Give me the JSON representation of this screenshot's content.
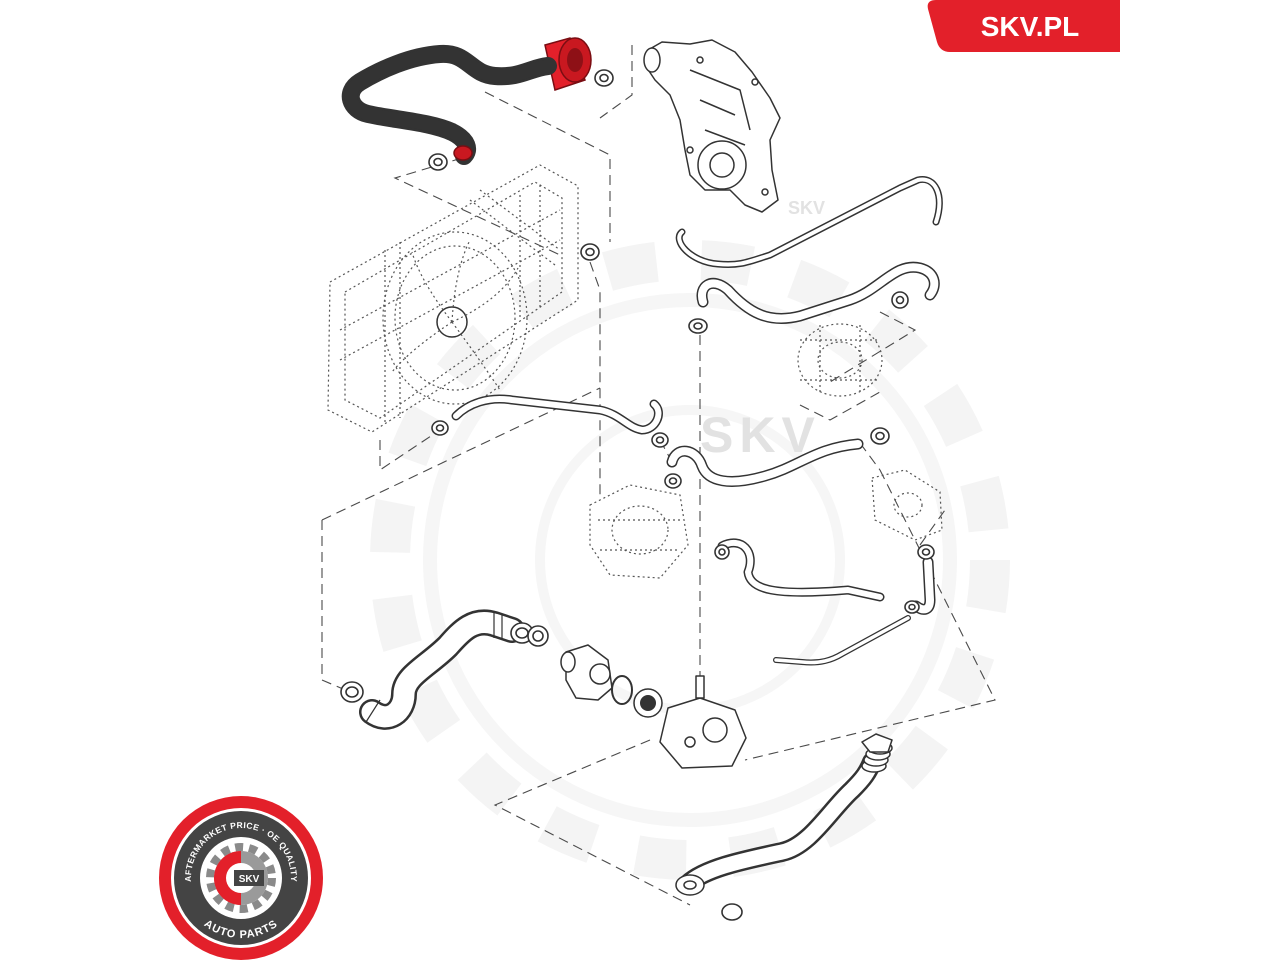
{
  "brand": {
    "site_label": "SKV.PL",
    "accent_color": "#e3202a"
  },
  "seal": {
    "top_text": "AFTERMARKET PRICE · OE QUALITY",
    "bottom_text": "AUTO PARTS",
    "center_text": "SKV"
  },
  "watermark": {
    "text": "SKV"
  },
  "diagram": {
    "highlight_color": "#e3202a",
    "line_color": "#333333"
  }
}
